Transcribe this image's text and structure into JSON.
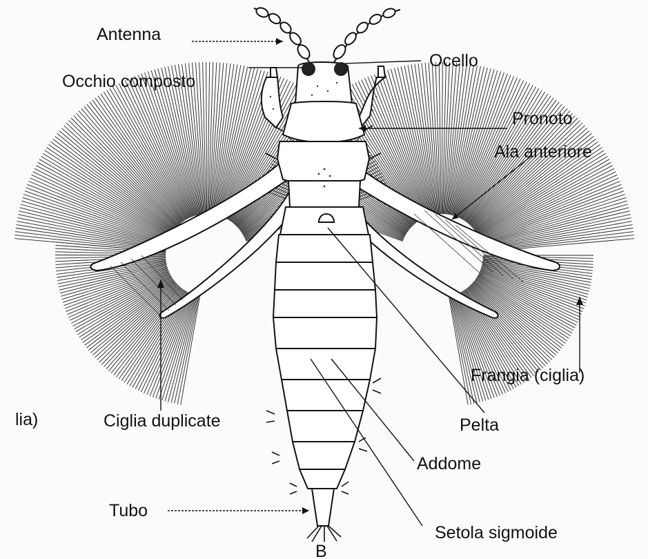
{
  "figure": {
    "letter": "B",
    "labels": {
      "antenna": "Antenna",
      "occhio_composto": "Occhio composto",
      "ocello": "Ocello",
      "pronoto": "Pronoto",
      "ala_anteriore": "Ala anteriore",
      "frangia": "Frangia (ciglia)",
      "ciglia_cut": "lia)",
      "ciglia_duplicate": "Ciglia duplicate",
      "pelta": "Pelta",
      "addome": "Addome",
      "tubo": "Tubo",
      "setola_sigmoide": "Setola sigmoide"
    }
  }
}
